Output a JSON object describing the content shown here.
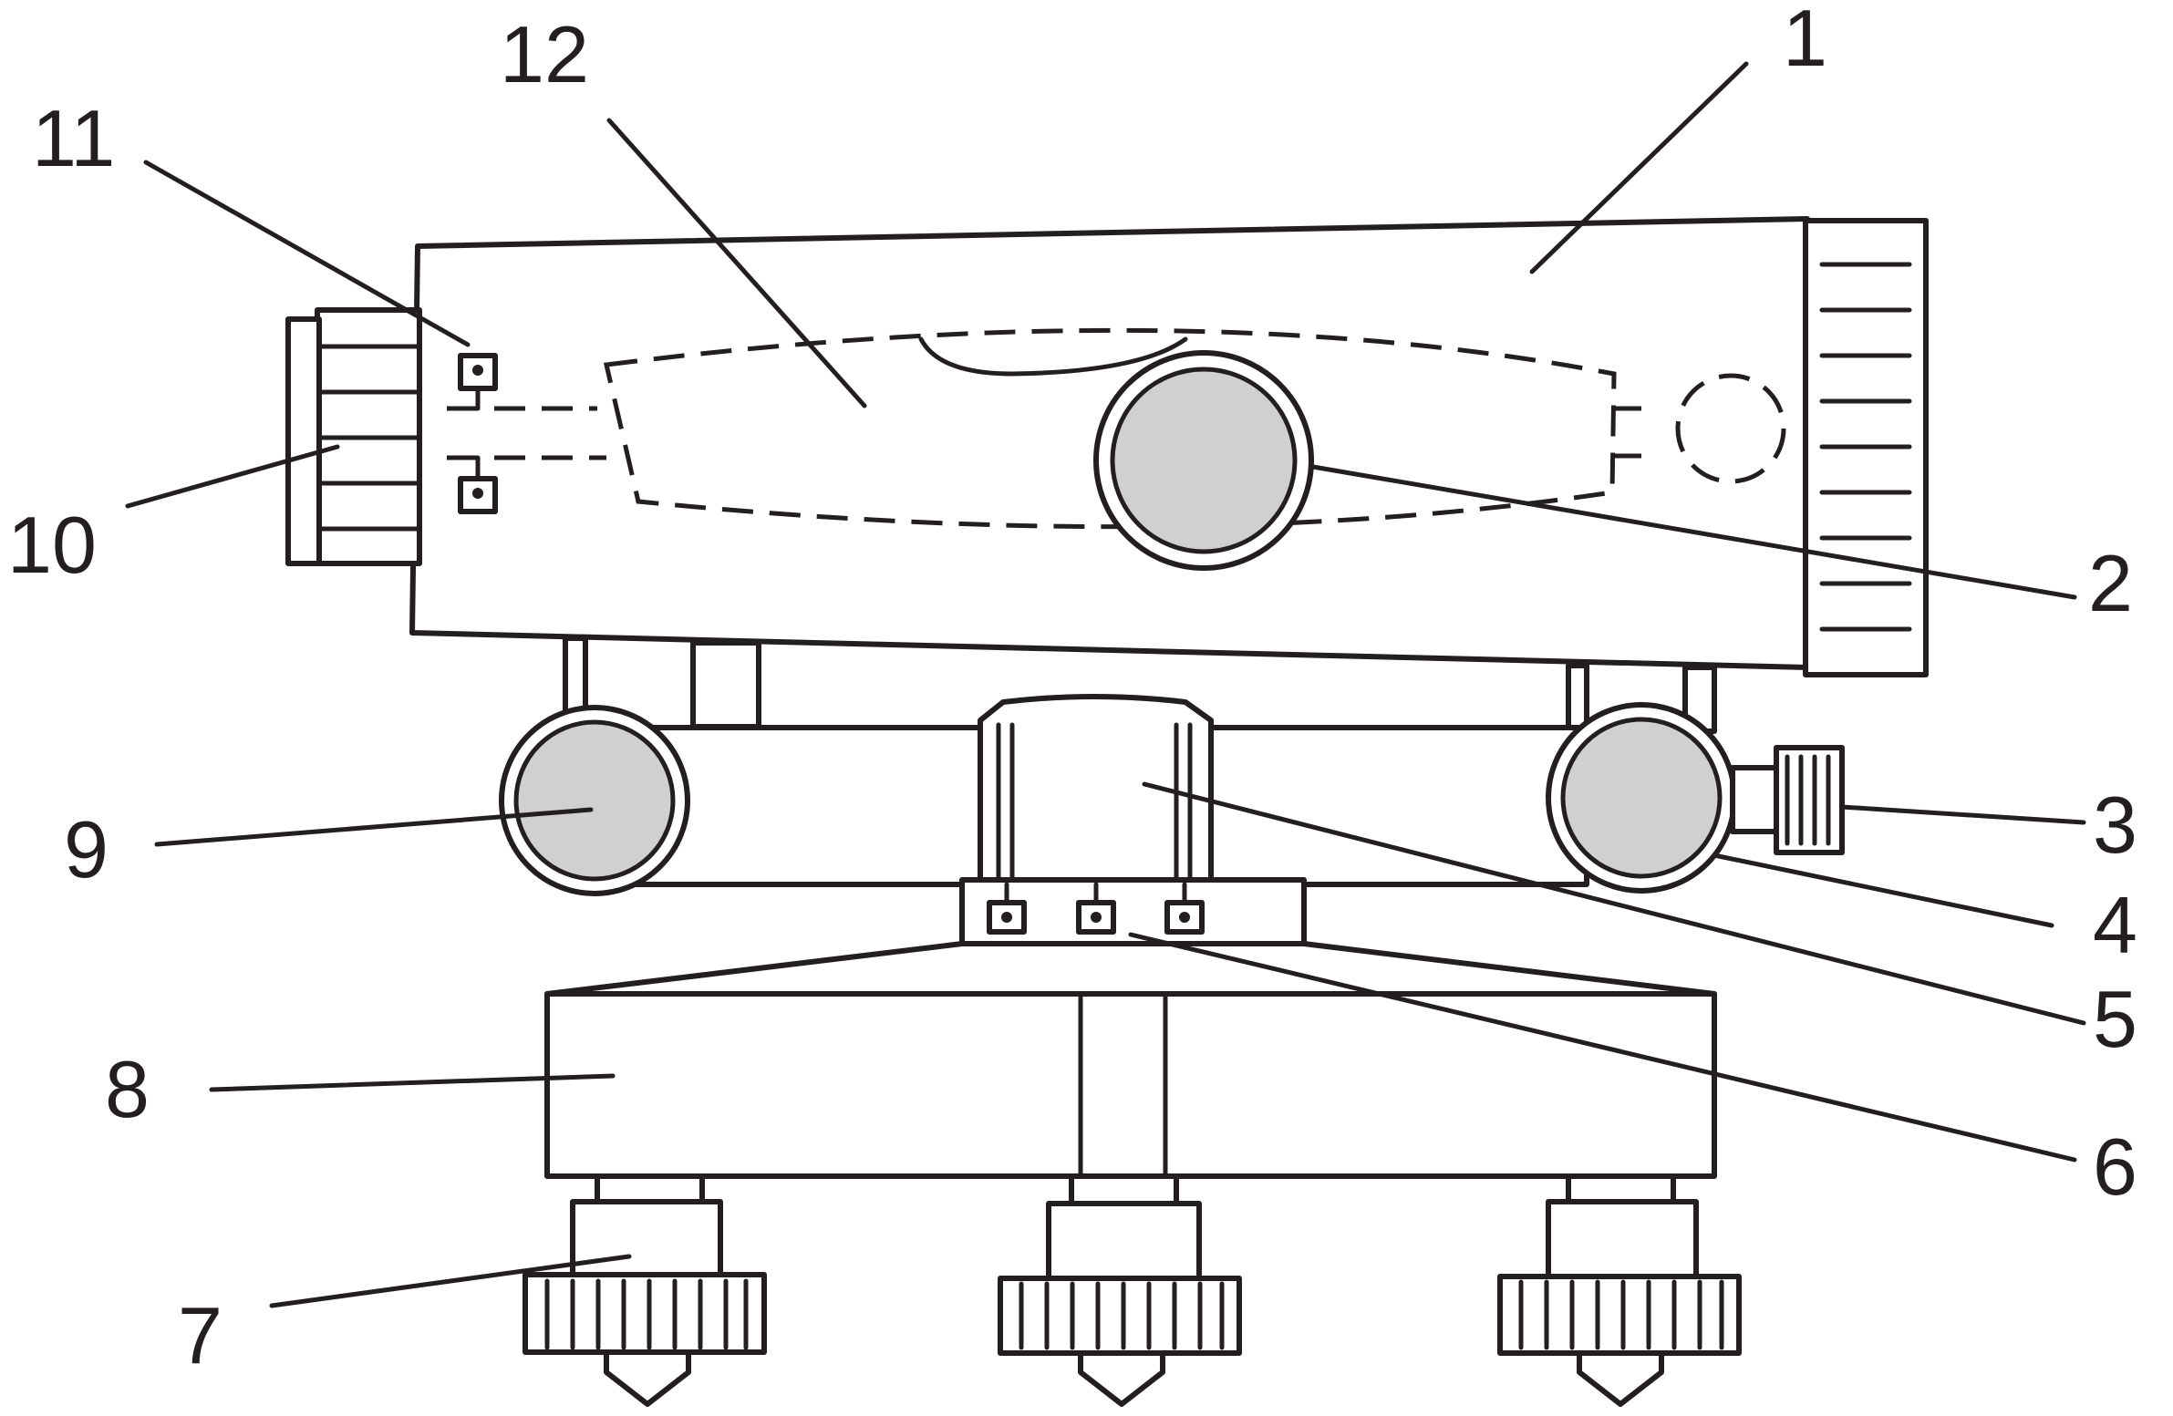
{
  "colors": {
    "ink": "#231f20",
    "knob_fill": "#d0d0d0",
    "background": "#ffffff"
  },
  "labels": [
    {
      "id": "telescope",
      "text": "1"
    },
    {
      "id": "focusing-knob",
      "text": "2"
    },
    {
      "id": "fine-motion-screw",
      "text": "3"
    },
    {
      "id": "horizontal-clamp",
      "text": "4"
    },
    {
      "id": "vertical-axis",
      "text": "5"
    },
    {
      "id": "circular-level",
      "text": "6"
    },
    {
      "id": "foot-screw",
      "text": "7"
    },
    {
      "id": "base-plate",
      "text": "8"
    },
    {
      "id": "side-knob-left",
      "text": "9"
    },
    {
      "id": "eyepiece",
      "text": "10"
    },
    {
      "id": "reticle-adjust-screws",
      "text": "11"
    },
    {
      "id": "compensator",
      "text": "12"
    }
  ]
}
